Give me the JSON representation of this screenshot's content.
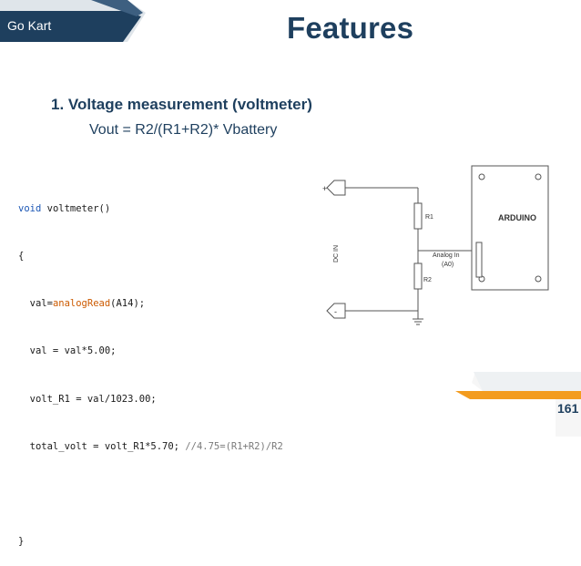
{
  "header": {
    "section_label": "Go Kart",
    "title": "Features"
  },
  "content": {
    "heading": "1. Voltage measurement (voltmeter)",
    "formula": "Vout = R2/(R1+R2)* Vbattery"
  },
  "code": {
    "line1_kw": "void",
    "line1_rest": " voltmeter()",
    "line2": "{",
    "line3_a": "  val=",
    "line3_fn": "analogRead",
    "line3_b": "(A14);",
    "line4": "  val = val*5.00;",
    "line5": "  volt_R1 = val/1023.00;",
    "line6_code": "  total_volt = volt_R1*5.70; ",
    "line6_comment": "//4.75=(R1+R2)/R2",
    "line7": "}"
  },
  "circuit": {
    "board_label": "ARDUINO",
    "r1_label": "R1",
    "r2_label": "R2",
    "input_label": "DC IN",
    "plus_label": "+",
    "minus_label": "-",
    "analog_line1": "Analog In",
    "analog_line2": "(A0)"
  },
  "footer": {
    "page_number": "161"
  },
  "colors": {
    "navy": "#1e3f5e",
    "orange": "#f39c1f"
  }
}
